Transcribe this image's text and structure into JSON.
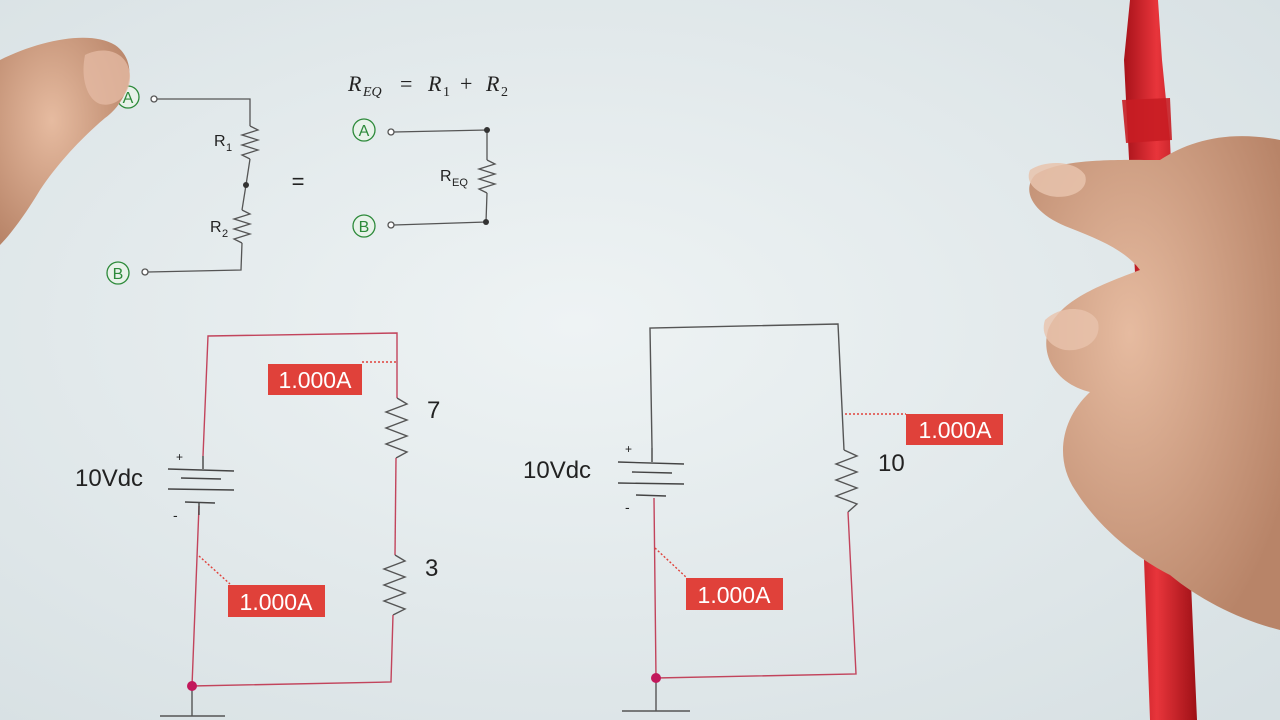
{
  "equation": {
    "lhs_main": "R",
    "lhs_sub": "EQ",
    "equals": "=",
    "term1_main": "R",
    "term1_sub": "1",
    "plus": "+",
    "term2_main": "R",
    "term2_sub": "2"
  },
  "series_diagram": {
    "node_a": "A",
    "node_b": "B",
    "r1_main": "R",
    "r1_sub": "1",
    "r2_main": "R",
    "r2_sub": "2",
    "equals_sign": "="
  },
  "equivalent_diagram": {
    "node_a": "A",
    "node_b": "B",
    "req_main": "R",
    "req_sub": "EQ"
  },
  "circuit_left": {
    "source_label": "10Vdc",
    "plus_sign": "+",
    "minus_sign": "-",
    "r_top_value": "7",
    "r_bottom_value": "3",
    "probe_top": "1.000A",
    "probe_bottom": "1.000A"
  },
  "circuit_right": {
    "source_label": "10Vdc",
    "plus_sign": "+",
    "minus_sign": "-",
    "r_value": "10",
    "probe_right": "1.000A",
    "probe_bottom": "1.000A"
  },
  "colors": {
    "paper": "#e6edef",
    "wire_dark": "#555555",
    "wire_red": "#c2445c",
    "probe_fill": "#e0413a",
    "node_green": "#2d8a3a",
    "pen_red": "#d9232a",
    "skin": "#d9a98c"
  }
}
